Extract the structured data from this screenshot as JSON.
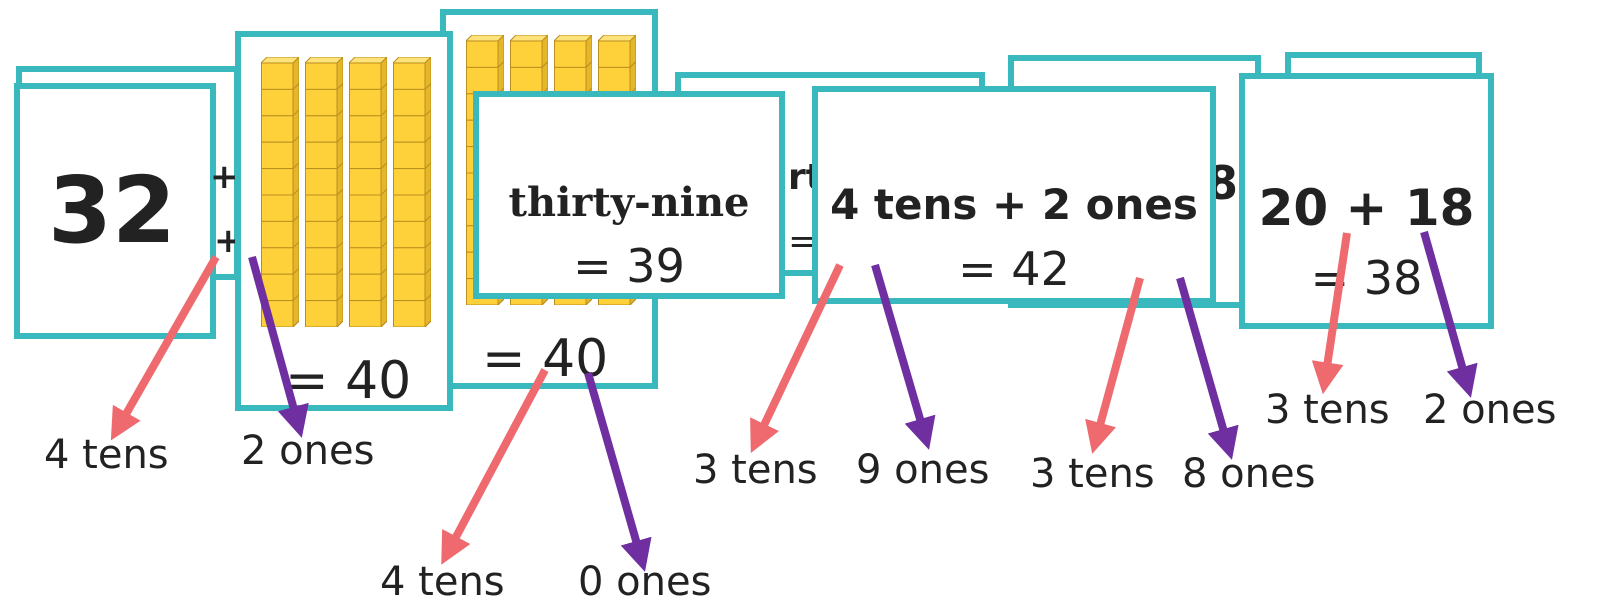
{
  "colors": {
    "card_border": "#39b8bd",
    "tens_arrow": "#ee6a6e",
    "ones_arrow": "#6f2fa0",
    "block_fill": "#fed13a",
    "block_edge": "#b98f1f"
  },
  "cards": {
    "c1": {
      "main": "32",
      "peek_top": "+",
      "peek_bottom": "+"
    },
    "c2": {
      "eq": "= 40"
    },
    "c3": {
      "eq": "= 40"
    },
    "c4": {
      "top": "thirty-nine",
      "eq": "= 39",
      "peek": "rt",
      "peek_eq": "="
    },
    "c5": {
      "top": "4 tens + 2 ones",
      "eq": "= 42",
      "peek": "8"
    },
    "c6": {
      "top": "20 + 18",
      "eq": "= 38"
    }
  },
  "labels": {
    "l1": "4 tens",
    "l2": "2 ones",
    "l3": "4 tens",
    "l4": "0 ones",
    "l5": "3 tens",
    "l6": "9 ones",
    "l7": "3 tens",
    "l8": "8 ones",
    "l9": "3 tens",
    "l10": "2 ones"
  },
  "icons": {
    "tens_rod": "base-ten-rod-icon",
    "arrow": "arrow-icon"
  }
}
